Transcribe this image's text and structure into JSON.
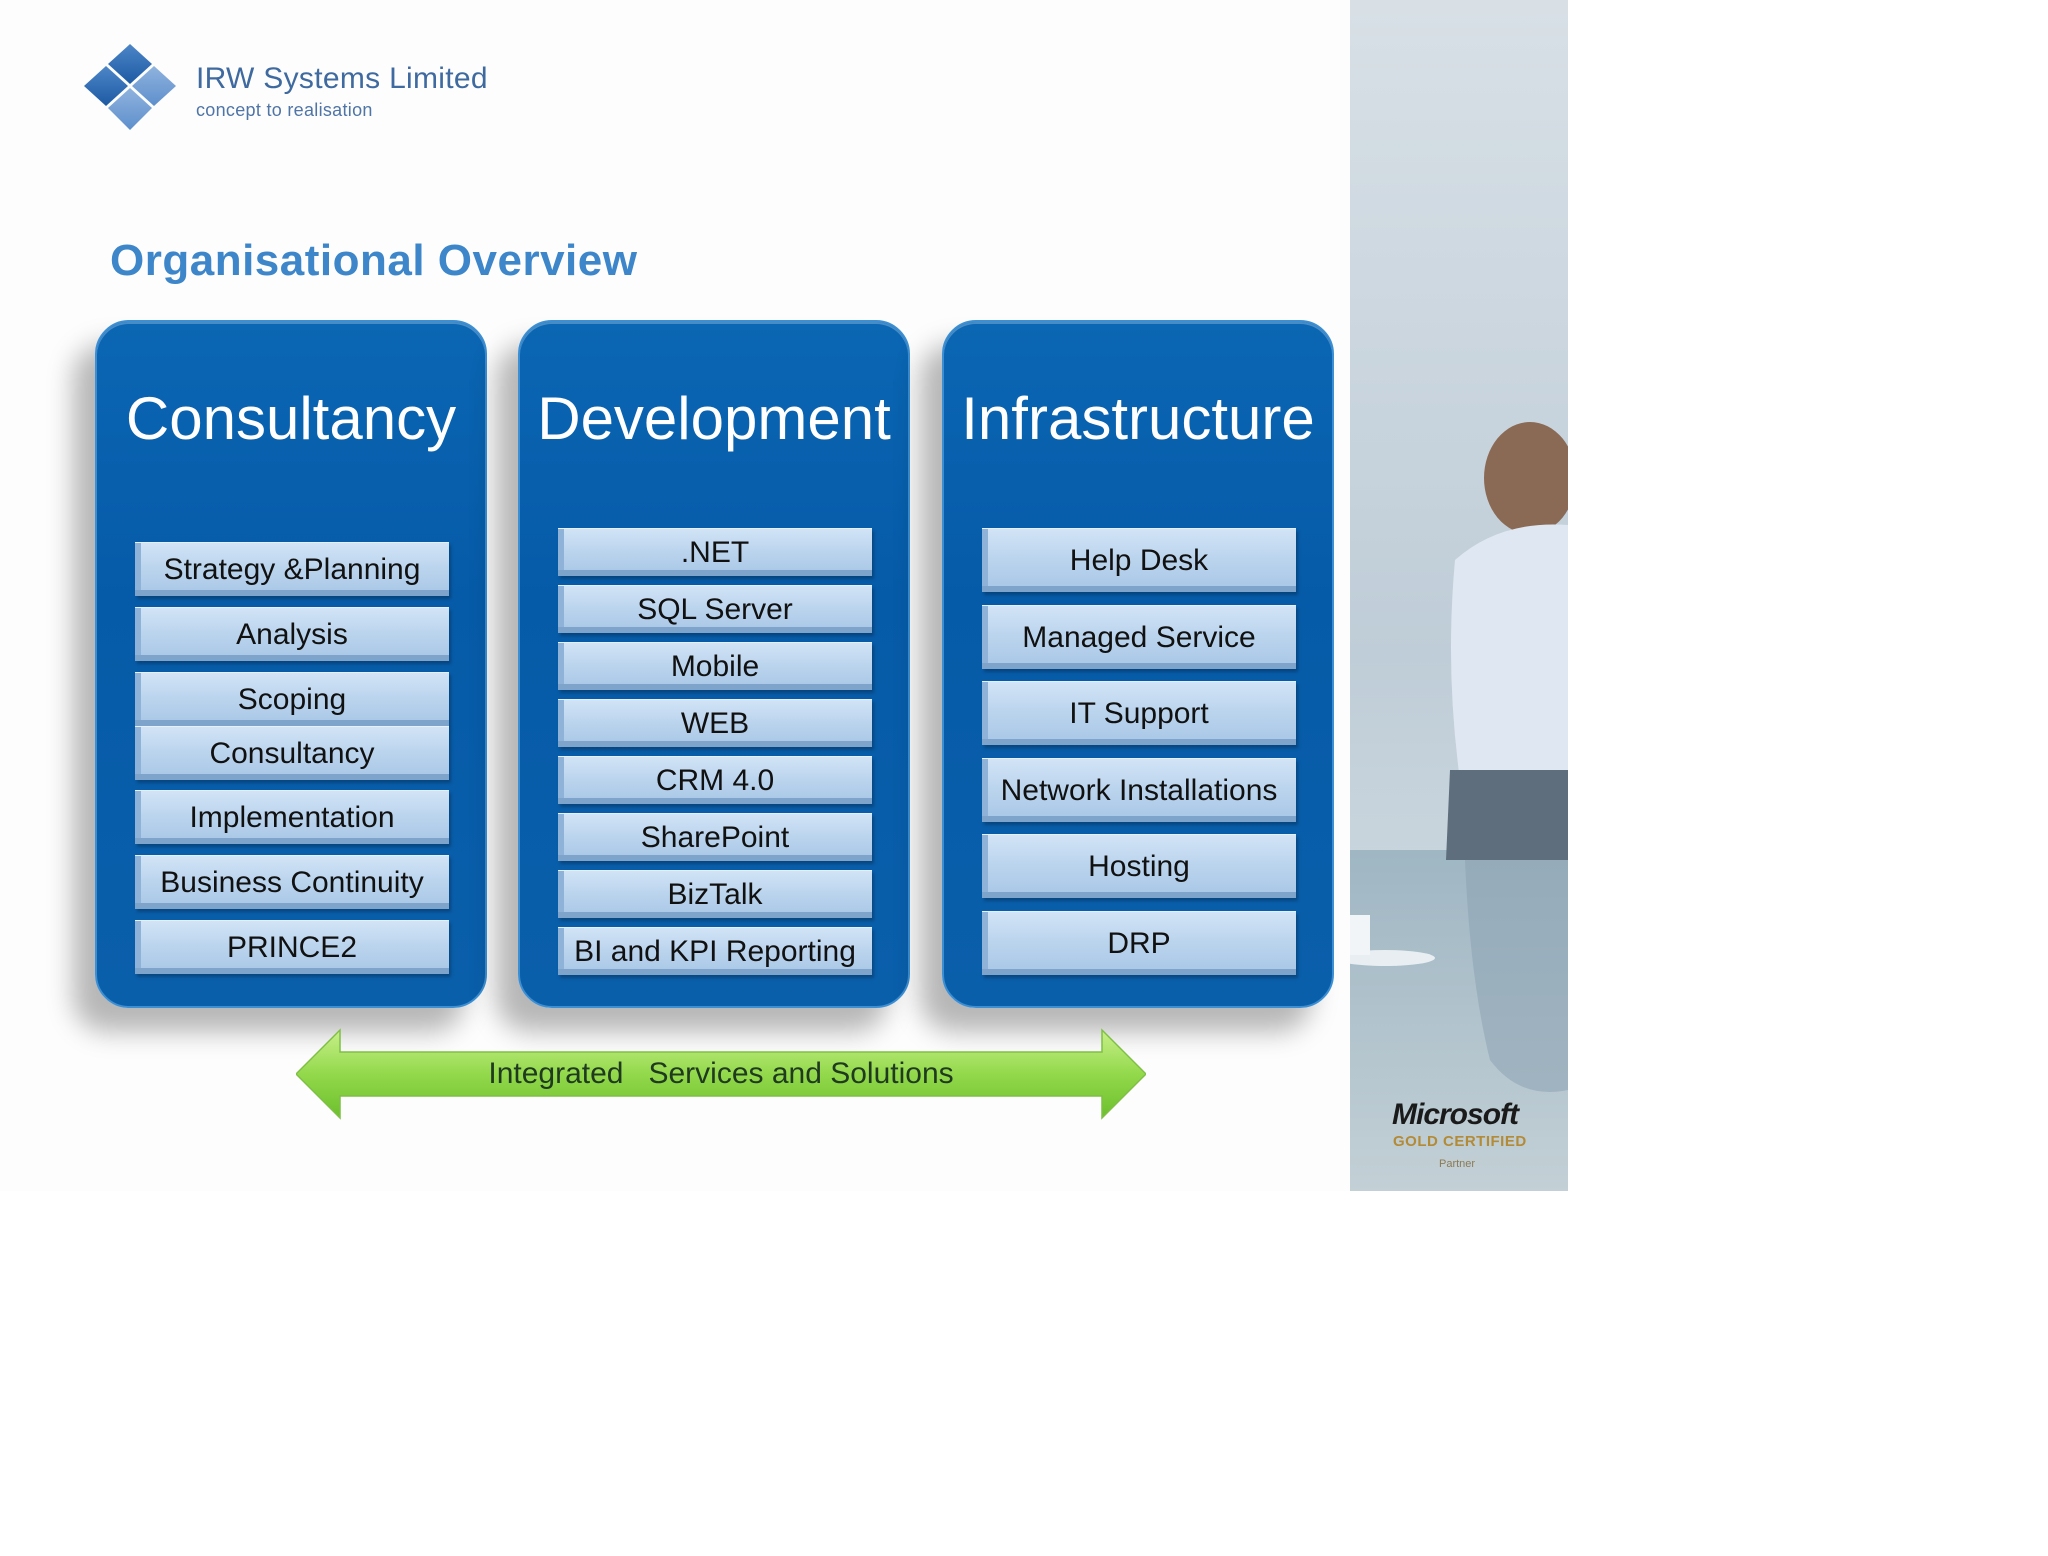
{
  "brand": {
    "name": "IRW Systems Limited",
    "tagline": "concept to realisation"
  },
  "page_title": "Organisational Overview",
  "columns": [
    {
      "title": "Consultancy",
      "items": [
        "Strategy &Planning",
        "Analysis",
        "Scoping",
        "Consultancy",
        "Implementation",
        "Business Continuity",
        "PRINCE2"
      ]
    },
    {
      "title": "Development",
      "items": [
        ".NET",
        "SQL  Server",
        "Mobile",
        "WEB",
        "CRM 4.0",
        "SharePoint",
        "BizTalk",
        "BI and KPI Reporting"
      ]
    },
    {
      "title": "Infrastructure",
      "items": [
        "Help Desk",
        "Managed Service",
        "IT Support",
        "Network Installations",
        "Hosting",
        "DRP"
      ]
    }
  ],
  "arrow_label": "Integrated   Services and Solutions",
  "badge": {
    "brand": "Microsoft",
    "certification": "GOLD CERTIFIED",
    "level": "Partner"
  },
  "colors": {
    "column_blue": "#0a62ae",
    "title_blue": "#3d86c9",
    "item_light_blue": "#bcd5ee",
    "arrow_green": "#8fd34a"
  }
}
